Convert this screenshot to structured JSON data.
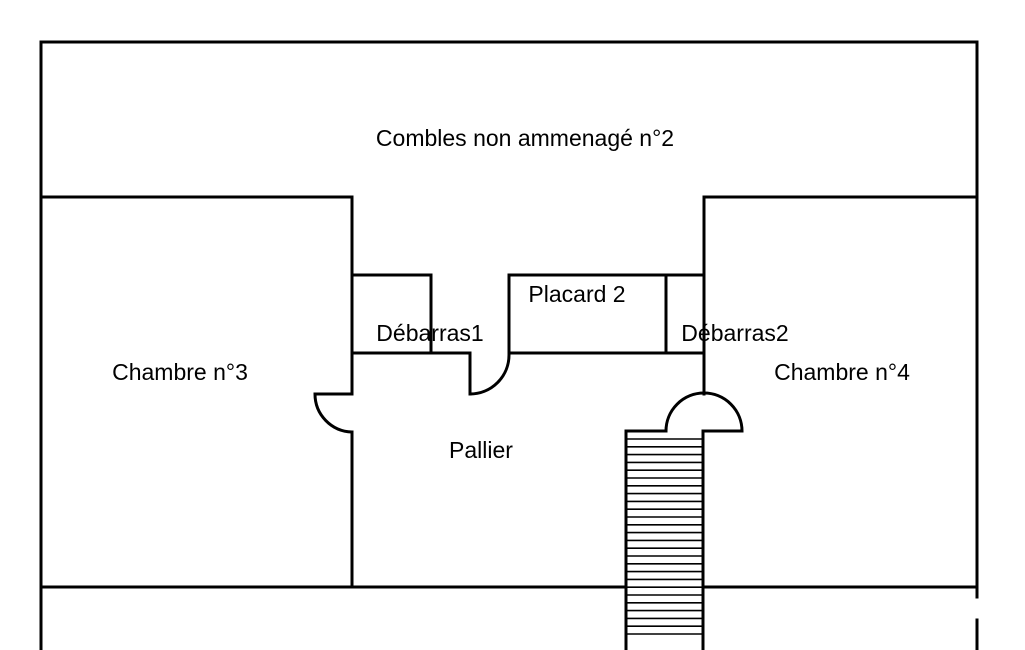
{
  "plan": {
    "rooms": {
      "combles": "Combles non ammenagé n°2",
      "chambre3": "Chambre n°3",
      "chambre4": "Chambre n°4",
      "pallier": "Pallier",
      "debarras1": "Débarras1",
      "placard2": "Placard 2",
      "debarras2": "Débarras2"
    },
    "stair_steps": 26
  }
}
